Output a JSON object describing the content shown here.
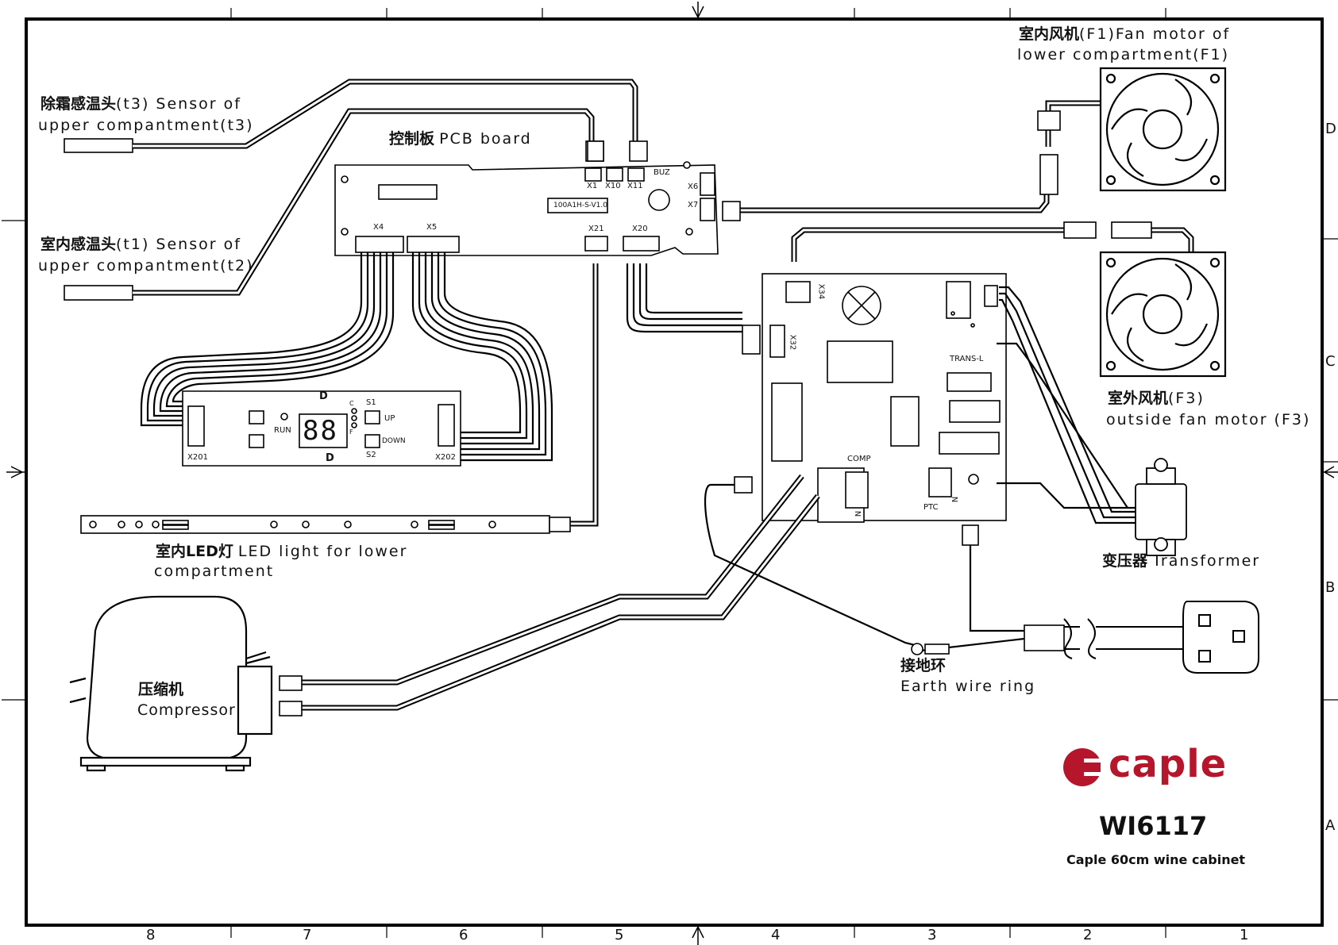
{
  "grid": {
    "columns": [
      "8",
      "7",
      "6",
      "5",
      "4",
      "3",
      "2",
      "1"
    ],
    "rows_right": [
      "D",
      "C",
      "B",
      "A"
    ]
  },
  "pcb": {
    "title_zh": "控制板",
    "title_en": "PCB board",
    "part_no": "100A1H-S-V1.0",
    "connectors": {
      "x1": "X1",
      "x10": "X10",
      "x11": "X11",
      "buz": "BUZ",
      "x6": "X6",
      "x7": "X7",
      "x4": "X4",
      "x5": "X5",
      "x21": "X21",
      "x20": "X20"
    }
  },
  "display": {
    "top_label": "D",
    "bottom_label": "D",
    "run": "RUN",
    "c": "C",
    "f": "F",
    "s1": "S1",
    "s2": "S2",
    "up": "UP",
    "down": "DOWN",
    "x201": "X201",
    "x202": "X202",
    "digits": "88"
  },
  "power_board": {
    "x34": "X34",
    "x32": "X32",
    "trans_l": "TRANS-L",
    "comp": "COMP",
    "ptc": "PTC",
    "n1": "N",
    "n2": "N"
  },
  "labels": {
    "sensor_t3_zh": "除霜感温头",
    "sensor_t3_suffix": "(t3) Sensor of",
    "sensor_t3_en": "upper compantment(t3)",
    "sensor_t1_zh": "室内感温头",
    "sensor_t1_suffix": "(t1) Sensor of",
    "sensor_t1_en": "upper compantment(t2)",
    "fan_f1_zh": "室内风机",
    "fan_f1_suffix": "(F1)Fan motor of",
    "fan_f1_en": "lower compartment(F1)",
    "fan_f3_zh": "室外风机",
    "fan_f3_suffix": "(F3)",
    "fan_f3_en": "outside fan motor (F3)",
    "led_zh": "室内LED灯",
    "led_suffix": "LED light for lower",
    "led_en": "compartment",
    "compressor_zh": "压缩机",
    "compressor_en": "Compressor",
    "transformer_zh": "变压器",
    "transformer_en": "Transformer",
    "earth_zh": "接地环",
    "earth_en": "Earth wire ring"
  },
  "brand": {
    "name": "caple",
    "model": "WI6117",
    "description": "Caple 60cm wine cabinet",
    "accent": "#b5162b"
  }
}
